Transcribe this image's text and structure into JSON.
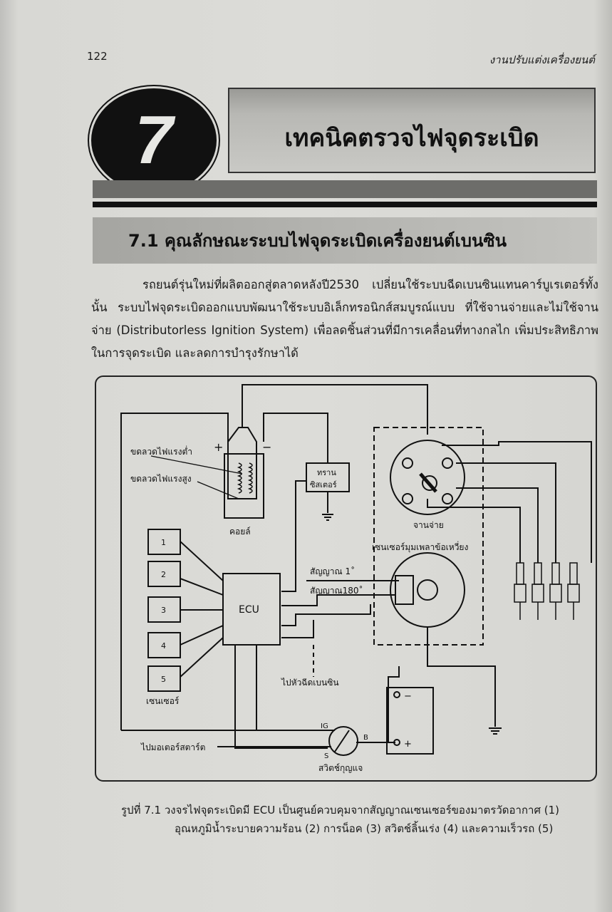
{
  "header": {
    "page_number": "122",
    "running_head": "งานปรับแต่งเครื่องยนต์"
  },
  "chapter": {
    "number": "7",
    "title": "เทคนิคตรวจไฟจุดระเบิด"
  },
  "section": {
    "heading": "7.1  คุณลักษณะระบบไฟจุดระเบิดเครื่องยนต์เบนซิน"
  },
  "body": {
    "paragraph": "รถยนต์รุ่นใหม่ที่ผลิตออกสู่ตลาดหลังปี2530 เปลี่ยนใช้ระบบฉีดเบนซินแทนคาร์บูเรเตอร์ทั้งนั้น  ระบบไฟจุดระเบิดออกแบบพัฒนาใช้ระบบอิเล็กทรอนิกส์สมบูรณ์แบบ   ที่ใช้จานจ่ายและไม่ใช้จานจ่าย (Distributorless Ignition System) เพื่อลดชิ้นส่วนที่มีการเคลื่อนที่ทางกลไก เพิ่มประสิทธิภาพในการจุดระเบิด และลดการบำรุงรักษาได้"
  },
  "diagram": {
    "primary_coil": "ขดลวดไฟแรงต่ำ",
    "secondary_coil": "ขดลวดไฟแรงสูง",
    "plus": "+",
    "minus": "−",
    "coil": "คอยล์",
    "transistor_1": "ทราน",
    "transistor_2": "ซิสเตอร์",
    "distributor": "จานจ่าย",
    "crank_sensor": "เซนเซอร์มุมเพลาข้อเหวี่ยง",
    "signal_1": "สัญญาณ 1˚",
    "signal_180": "สัญญาณ180˚",
    "ecu": "ECU",
    "sensors": [
      "1",
      "2",
      "3",
      "4",
      "5"
    ],
    "sensor_label": "เซนเซอร์",
    "to_injector": "ไปหัวฉีดเบนซิน",
    "to_starter": "ไปมอเตอร์สตาร์ต",
    "ignition_switch": "สวิตช์กุญแจ",
    "ig": "IG",
    "b": "B",
    "s": "S",
    "bat_minus": "−",
    "bat_plus": "+"
  },
  "caption": {
    "line1": "รูปที่  7.1  วงจรไฟจุดระเบิดมี  ECU  เป็นศูนย์ควบคุมจากสัญญาณเซนเซอร์ของมาตรวัดอากาศ  (1)",
    "line2": "อุณหภูมิน้ำระบายความร้อน  (2)    การน็อค  (3)   สวิตช์ลิ้นเร่ง  (4)  และความเร็วรถ  (5)"
  }
}
